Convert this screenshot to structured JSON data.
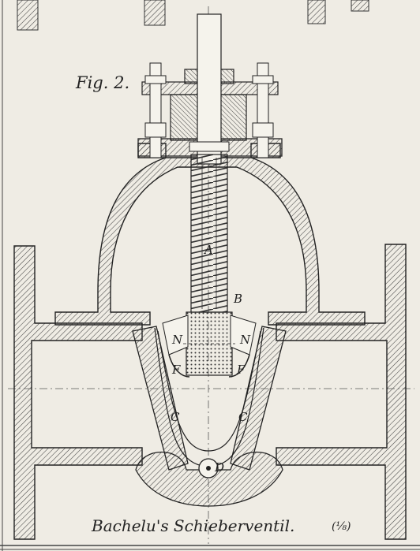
{
  "figure": {
    "fig_label": "Fig. 2.",
    "caption": "Bachelu's Schieberventil.",
    "scale": "(⅛)"
  },
  "part_letters": {
    "spindle": "A",
    "nut": "B",
    "wedge_left": "N",
    "wedge_right": "N",
    "spring_left": "F",
    "spring_right": "F",
    "gate_left": "C",
    "gate_right": "C",
    "pivot": "D"
  },
  "colors": {
    "paper": "#efece4",
    "ink": "#2a2a2a",
    "hatch": "#555"
  }
}
